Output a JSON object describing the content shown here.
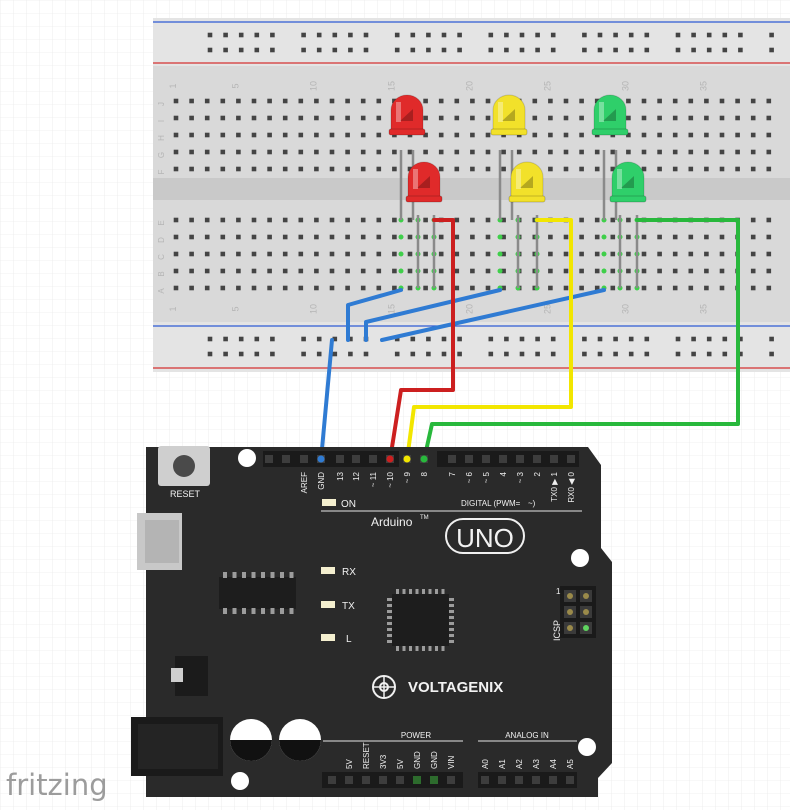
{
  "breadboard": {
    "row_labels_top": [
      "J",
      "I",
      "H",
      "G",
      "F"
    ],
    "row_labels_bottom": [
      "E",
      "D",
      "C",
      "B",
      "A"
    ],
    "column_numbers": [
      "1",
      "5",
      "10",
      "15",
      "20",
      "25",
      "30",
      "35"
    ]
  },
  "leds": [
    {
      "color": "red",
      "hex": "#e02a2a"
    },
    {
      "color": "yellow",
      "hex": "#f2e12a"
    },
    {
      "color": "green",
      "hex": "#2fcf6a"
    }
  ],
  "wires": {
    "gnd_color": "#2f7bd3",
    "red_color": "#cc1f1f",
    "yellow_color": "#f2e600",
    "green_color": "#28b83c"
  },
  "arduino": {
    "reset_label": "RESET",
    "on_label": "ON",
    "rx_label": "RX",
    "tx_label": "TX",
    "l_label": "L",
    "brand": "Arduino",
    "tm": "TM",
    "model": "UNO",
    "maker": "VOLTAGENIX",
    "icsp_label": "ICSP",
    "icsp_pin1": "1",
    "digital_label": "DIGITAL (PWM=",
    "digital_tilde": "~)",
    "power_label": "POWER",
    "analog_label": "ANALOG IN",
    "digital_pins": [
      "AREF",
      "GND",
      "13",
      "12",
      "~ 11",
      "~ 10",
      "~ 9",
      "8",
      "7",
      "~ 6",
      "~ 5",
      "4",
      "~ 3",
      "2",
      "TX0 ▶ 1",
      "RX0 ◀ 0"
    ],
    "power_pins": [
      "5V",
      "RESET",
      "3V3",
      "5V",
      "GND",
      "GND",
      "VIN"
    ],
    "analog_pins": [
      "A0",
      "A1",
      "A2",
      "A3",
      "A4",
      "A5"
    ]
  },
  "watermark": "fritzing"
}
